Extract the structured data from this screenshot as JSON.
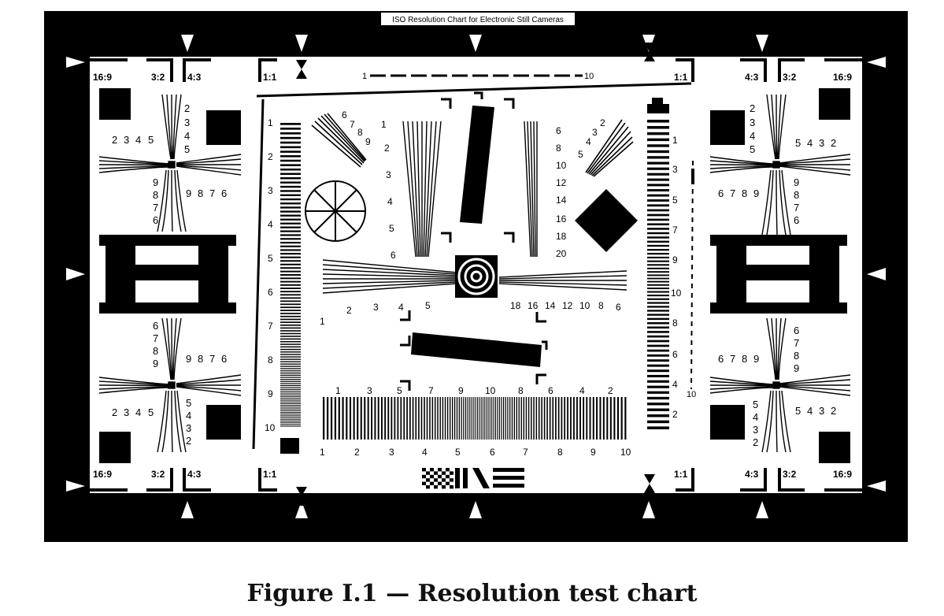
{
  "chart_title": "ISO Resolution Chart for Electronic Still Cameras",
  "caption": "Figure I.1 — Resolution test chart",
  "aspect_marks": {
    "top_left": [
      "16:9",
      "3:2",
      "4:3",
      "1:1"
    ],
    "top_right": [
      "1:1",
      "4:3",
      "3:2",
      "16:9"
    ],
    "bottom_left": [
      "16:9",
      "3:2",
      "4:3",
      "1:1"
    ],
    "bottom_right": [
      "1:1",
      "4:3",
      "3:2",
      "16:9"
    ]
  },
  "scale_top": {
    "start": "1",
    "end": "10"
  },
  "vertical_left_scale": [
    "1",
    "2",
    "3",
    "4",
    "5",
    "6",
    "7",
    "8",
    "9",
    "10"
  ],
  "vertical_right_scale": [
    "1",
    "3",
    "5",
    "7",
    "9",
    "10",
    "8",
    "6",
    "4",
    "2"
  ],
  "side_scale_right": "10",
  "bottom_bars_top": [
    "1",
    "3",
    "5",
    "7",
    "9",
    "10",
    "8",
    "6",
    "4",
    "2"
  ],
  "bottom_bars_bottom": [
    "1",
    "2",
    "3",
    "4",
    "5",
    "6",
    "7",
    "8",
    "9",
    "10"
  ],
  "center_left_wedge": [
    "1",
    "2",
    "3",
    "4",
    "5"
  ],
  "center_right_wedge": [
    "18",
    "16",
    "14",
    "12",
    "10",
    "8",
    "6"
  ],
  "center_top_left_wedge": [
    "1",
    "2",
    "3",
    "4",
    "5",
    "6"
  ],
  "center_top_right_wedge": [
    "6",
    "8",
    "10",
    "12",
    "14",
    "16",
    "18",
    "20"
  ],
  "fan_left_digits": [
    "6",
    "7",
    "8",
    "9"
  ],
  "fan_right_digits": [
    "2",
    "3",
    "4",
    "5"
  ],
  "quad_tl": {
    "h": [
      "2",
      "3",
      "4",
      "5"
    ],
    "v": [
      "2",
      "3",
      "4",
      "5"
    ],
    "v2": [
      "9",
      "8",
      "7",
      "6"
    ],
    "h2": [
      "9",
      "8",
      "7",
      "6"
    ]
  },
  "quad_bl": {
    "v": [
      "6",
      "7",
      "8",
      "9"
    ],
    "h": [
      "9",
      "8",
      "7",
      "6"
    ],
    "h2": [
      "2",
      "3",
      "4",
      "5"
    ],
    "v2": [
      "5",
      "4",
      "3",
      "2"
    ]
  },
  "quad_tr": {
    "v": [
      "2",
      "3",
      "4",
      "5"
    ],
    "h": [
      "5",
      "4",
      "3",
      "2"
    ],
    "h2": [
      "6",
      "7",
      "8",
      "9"
    ],
    "v2": [
      "9",
      "8",
      "7",
      "6"
    ]
  },
  "quad_br": {
    "h": [
      "6",
      "7",
      "8",
      "9"
    ],
    "v": [
      "6",
      "7",
      "8",
      "9"
    ],
    "v2": [
      "5",
      "4",
      "3",
      "2"
    ],
    "h2": [
      "5",
      "4",
      "3",
      "2"
    ]
  }
}
